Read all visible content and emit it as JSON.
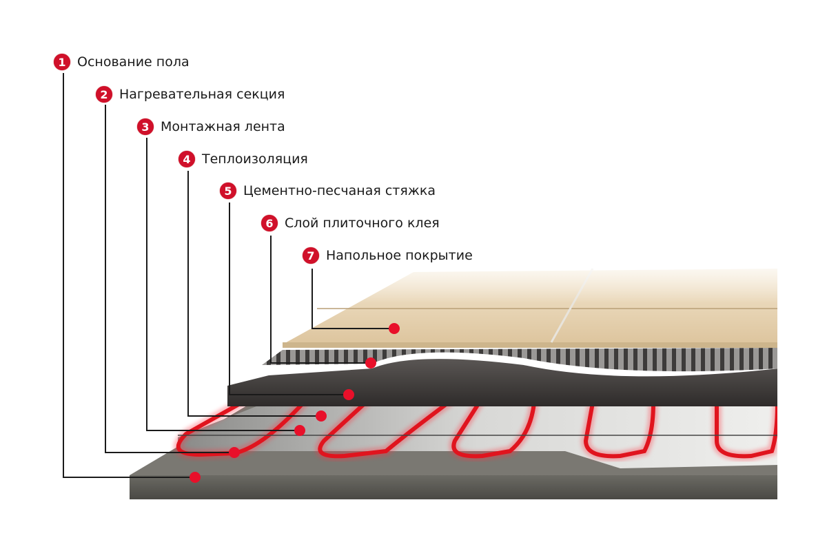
{
  "diagram": {
    "title": "",
    "accent_color": "#d0102a",
    "layers": [
      {
        "number": "1",
        "label": "Основание пола"
      },
      {
        "number": "2",
        "label": "Нагревательная секция"
      },
      {
        "number": "3",
        "label": "Монтажная лента"
      },
      {
        "number": "4",
        "label": "Теплоизоляция"
      },
      {
        "number": "5",
        "label": "Цементно-песчаная стяжка"
      },
      {
        "number": "6",
        "label": "Слой плиточного клея"
      },
      {
        "number": "7",
        "label": "Напольное покрытие"
      }
    ]
  }
}
